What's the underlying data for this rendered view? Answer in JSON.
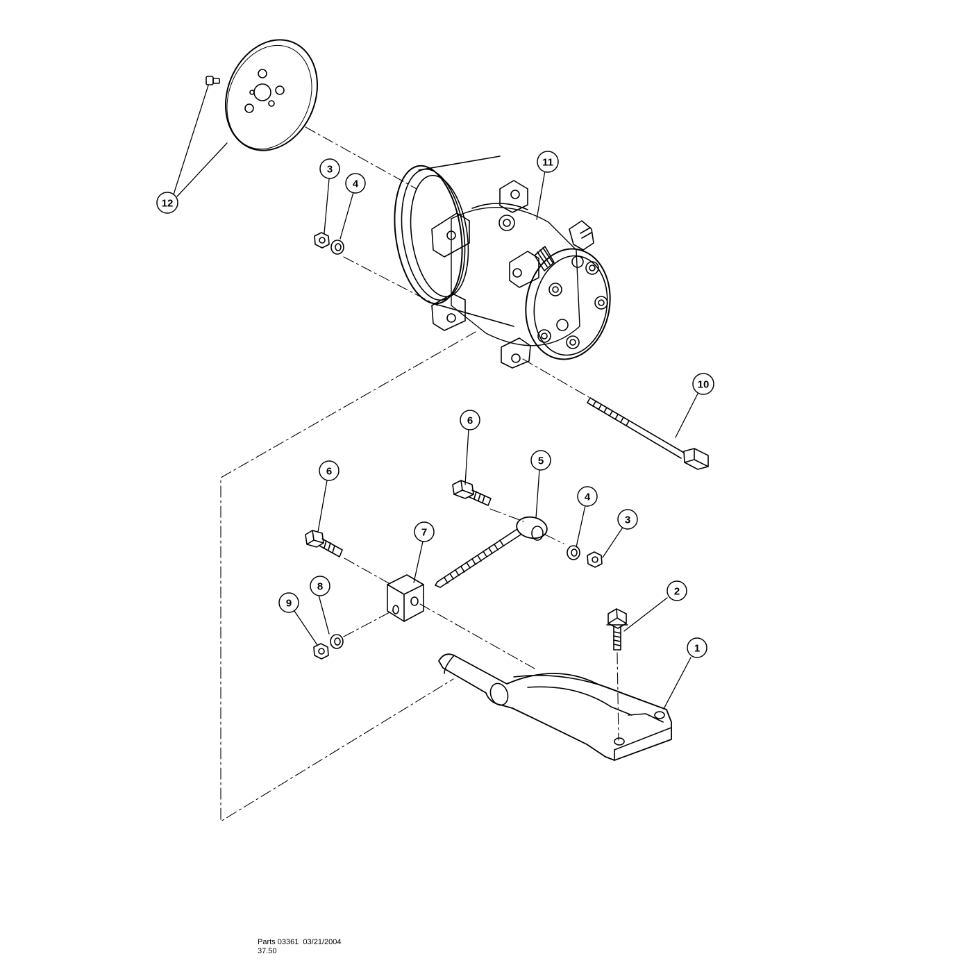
{
  "callouts": [
    {
      "label": "1"
    },
    {
      "label": "2"
    },
    {
      "label": "3"
    },
    {
      "label": "3"
    },
    {
      "label": "4"
    },
    {
      "label": "4"
    },
    {
      "label": "5"
    },
    {
      "label": "6"
    },
    {
      "label": "6"
    },
    {
      "label": "7"
    },
    {
      "label": "8"
    },
    {
      "label": "9"
    },
    {
      "label": "10"
    },
    {
      "label": "11"
    },
    {
      "label": "12"
    }
  ],
  "footer": {
    "line1": "Parts 03361  03/21/2004",
    "line2": "37.50"
  }
}
